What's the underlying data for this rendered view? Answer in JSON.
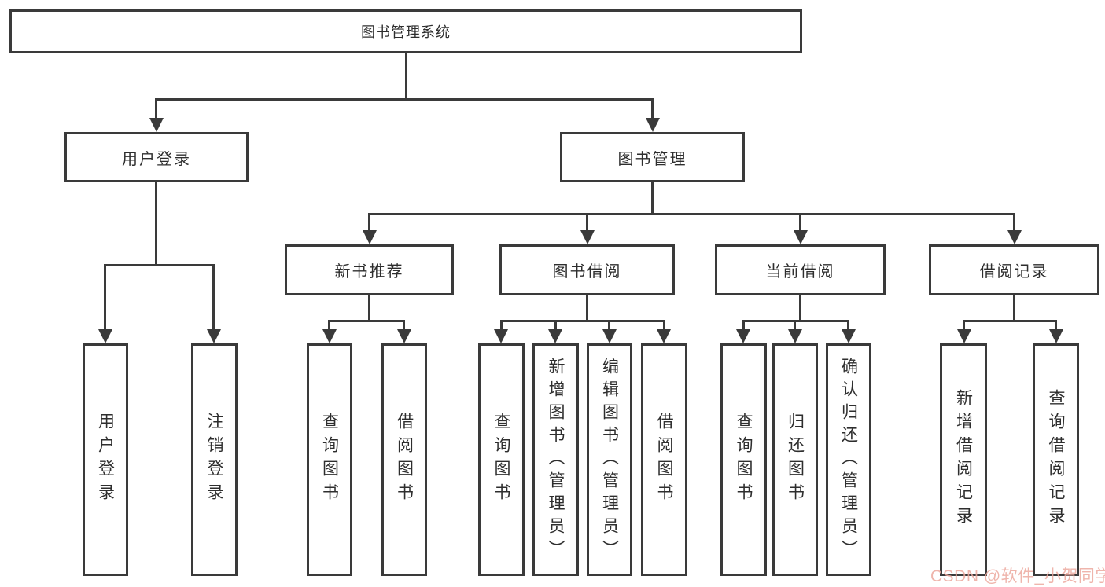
{
  "nodes": {
    "root": "图书管理系统",
    "level2": [
      "用户登录",
      "图书管理"
    ],
    "level3": [
      "新书推荐",
      "图书借阅",
      "当前借阅",
      "借阅记录"
    ],
    "login_children": [
      "用户登录",
      "注销登录"
    ],
    "new_book_children": [
      "查询图书",
      "借阅图书"
    ],
    "borrow_children": [
      "查询图书",
      "新增图书（管理员）",
      "编辑图书（管理员）",
      "借阅图书"
    ],
    "current_children": [
      "查询图书",
      "归还图书",
      "确认归还（管理员）"
    ],
    "record_children": [
      "新增借阅记录",
      "查询借阅记录"
    ]
  },
  "watermark": "CSDN @软件_小贺同学",
  "colors": {
    "line": "#3a3a3a",
    "text": "#2e2e2e",
    "background": "#ffffff",
    "watermark": "#eca89e"
  }
}
